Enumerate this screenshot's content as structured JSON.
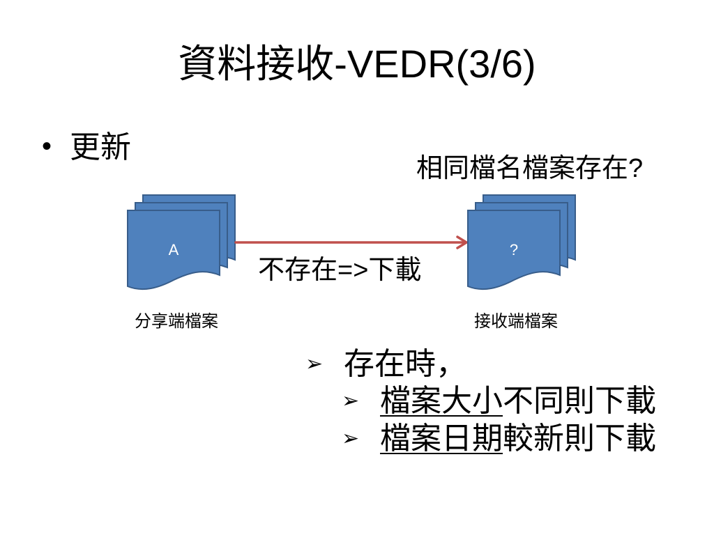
{
  "slide": {
    "title": "資料接收-VEDR(3/6)",
    "bullet_symbol": "•",
    "bullet_text": "更新",
    "question": "相同檔名檔案存在?",
    "arrow_label": "不存在=>下載"
  },
  "diagram": {
    "source": {
      "doc_label": "A",
      "caption": "分享端檔案"
    },
    "target": {
      "doc_label": "?",
      "caption": "接收端檔案"
    },
    "colors": {
      "doc_fill": "#4F81BD",
      "doc_stroke": "#385D8A",
      "arrow": "#C0504D",
      "doc_text": "#FFFFFF"
    }
  },
  "conditions": {
    "marker": "➢",
    "heading": "存在時，",
    "items": [
      {
        "underlined": "檔案大小",
        "rest": "不同則下載"
      },
      {
        "underlined": "檔案日期",
        "rest": "較新則下載"
      }
    ]
  }
}
